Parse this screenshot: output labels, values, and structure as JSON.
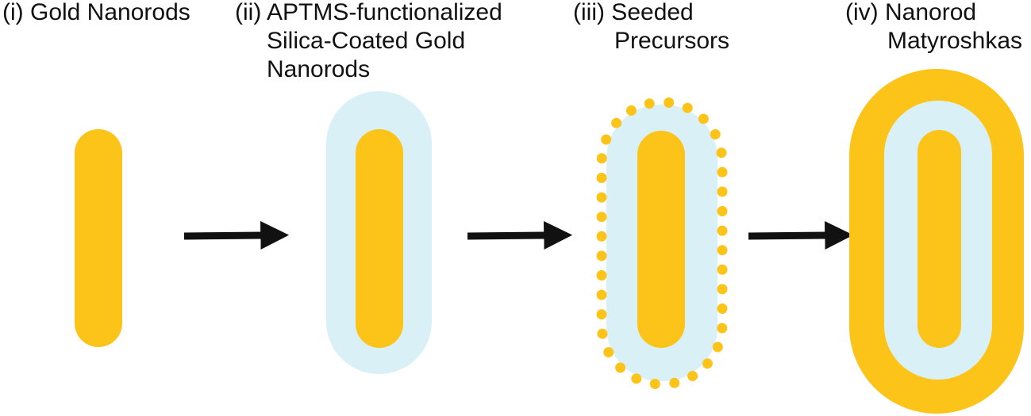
{
  "stages": [
    {
      "number": "(i)",
      "lines": [
        "(i) Gold Nanorods"
      ]
    },
    {
      "number": "(ii)",
      "lines": [
        "(ii) APTMS-functionalized",
        "Silica-Coated Gold",
        "Nanorods"
      ]
    },
    {
      "number": "(iii)",
      "lines": [
        "(iii) Seeded",
        "Precursors"
      ]
    },
    {
      "number": "(iv)",
      "lines": [
        "(iv) Nanorod",
        "Matyroshkas"
      ]
    }
  ],
  "colors": {
    "gold": "#FCC419",
    "silica": "#DAF0F7",
    "arrow": "#111111",
    "text": "#111111"
  }
}
